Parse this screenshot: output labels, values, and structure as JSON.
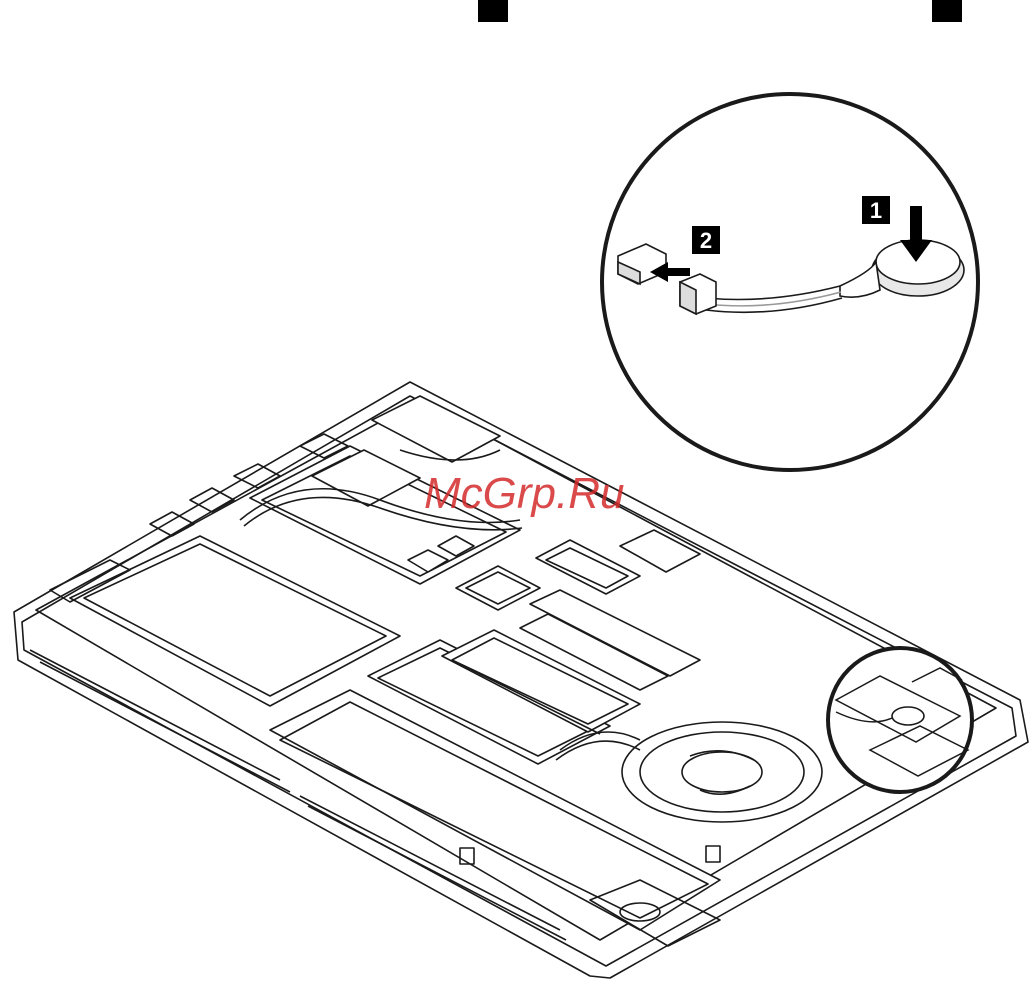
{
  "steps": {
    "step1": "1",
    "step2": "2"
  },
  "watermark": {
    "text": "McGrp.Ru",
    "color": "#d42a2a"
  },
  "colors": {
    "line": "#1a1a1a",
    "fill": "#ffffff",
    "callout": "#000000"
  },
  "icons": {
    "press_arrow": "arrow-down-icon",
    "connect_arrow": "arrow-left-icon"
  }
}
